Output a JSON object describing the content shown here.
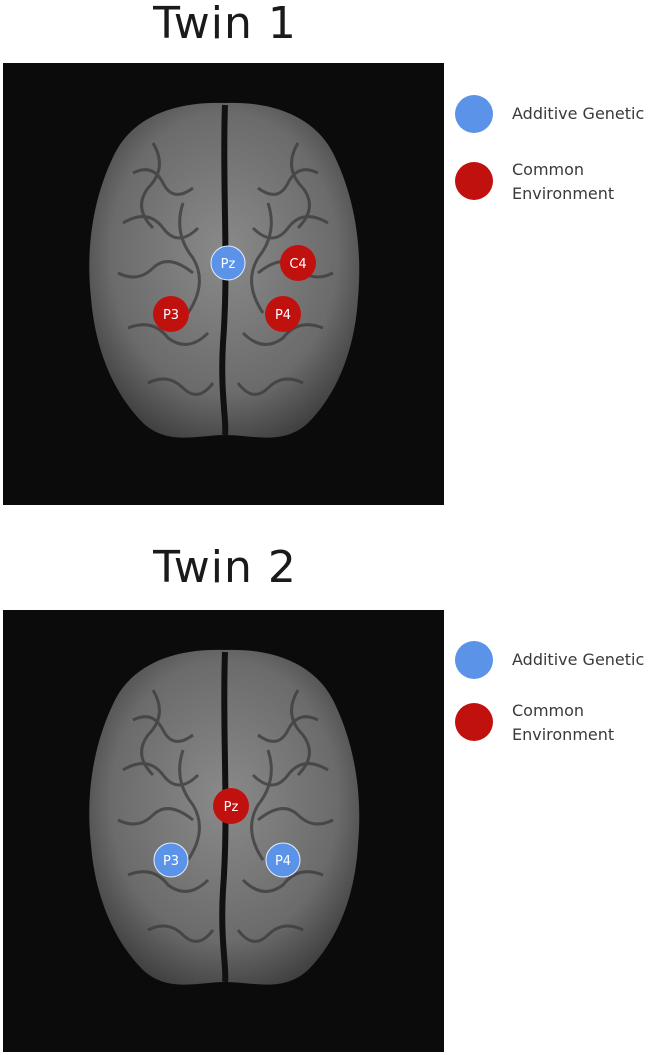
{
  "panels": [
    {
      "title": "Twin 1",
      "legend": [
        {
          "label": "Additive Genetic",
          "color": "#5b93e8"
        },
        {
          "label": "Common Environment",
          "color": "#c1110f"
        }
      ],
      "electrodes": [
        {
          "label": "Pz",
          "factor": "Additive Genetic"
        },
        {
          "label": "C4",
          "factor": "Common Environment"
        },
        {
          "label": "P3",
          "factor": "Common Environment"
        },
        {
          "label": "P4",
          "factor": "Common Environment"
        }
      ]
    },
    {
      "title": "Twin 2",
      "legend": [
        {
          "label": "Additive Genetic",
          "color": "#5b93e8"
        },
        {
          "label": "Common Environment",
          "color": "#c1110f"
        }
      ],
      "electrodes": [
        {
          "label": "Pz",
          "factor": "Common Environment"
        },
        {
          "label": "P3",
          "factor": "Additive Genetic"
        },
        {
          "label": "P4",
          "factor": "Additive Genetic"
        }
      ]
    }
  ],
  "colors": {
    "additive_genetic": "#5b93e8",
    "common_environment": "#c1110f",
    "background": "#0b0b0b"
  }
}
